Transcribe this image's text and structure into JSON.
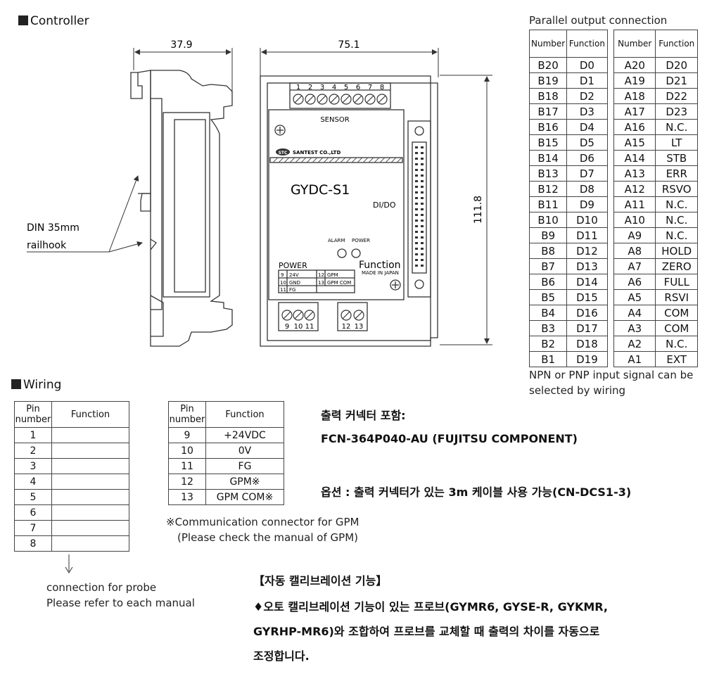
{
  "controller": {
    "title": "Controller",
    "dim_depth": "37.9",
    "dim_width": "75.1",
    "dim_height": "111.8",
    "din_label_1": "DIN 35mm",
    "din_label_2": "railhook",
    "terminal_numbers": [
      "1",
      "2",
      "3",
      "4",
      "5",
      "6",
      "7",
      "8"
    ],
    "sensor_label": "SENSOR",
    "brand": "SANTEST CO.,LTD",
    "brand_badge": "STC",
    "model": "GYDC-S1",
    "dido": "DI/DO",
    "alarm": "ALARM",
    "power_led": "POWER",
    "power_title": "POWER",
    "function_label": "Function",
    "made_in": "MADE IN JAPAN",
    "power_table": [
      [
        "9",
        "24V",
        "12",
        "GPM"
      ],
      [
        "10",
        "GND",
        "13",
        "GPM COM"
      ],
      [
        "11",
        "FG",
        "",
        ""
      ]
    ],
    "bottom_terminals_left": [
      "9",
      "10",
      "11"
    ],
    "bottom_terminals_right": [
      "12",
      "13"
    ]
  },
  "parallel": {
    "title": "Parallel output connection",
    "headers": [
      "Number",
      "Function",
      "Number",
      "Function"
    ],
    "rows": [
      [
        "B20",
        "D0",
        "A20",
        "D20"
      ],
      [
        "B19",
        "D1",
        "A19",
        "D21"
      ],
      [
        "B18",
        "D2",
        "A18",
        "D22"
      ],
      [
        "B17",
        "D3",
        "A17",
        "D23"
      ],
      [
        "B16",
        "D4",
        "A16",
        "N.C."
      ],
      [
        "B15",
        "D5",
        "A15",
        "LT"
      ],
      [
        "B14",
        "D6",
        "A14",
        "STB"
      ],
      [
        "B13",
        "D7",
        "A13",
        "ERR"
      ],
      [
        "B12",
        "D8",
        "A12",
        "RSVO"
      ],
      [
        "B11",
        "D9",
        "A11",
        "N.C."
      ],
      [
        "B10",
        "D10",
        "A10",
        "N.C."
      ],
      [
        "B9",
        "D11",
        "A9",
        "N.C."
      ],
      [
        "B8",
        "D12",
        "A8",
        "HOLD"
      ],
      [
        "B7",
        "D13",
        "A7",
        "ZERO"
      ],
      [
        "B6",
        "D14",
        "A6",
        "FULL"
      ],
      [
        "B5",
        "D15",
        "A5",
        "RSVI"
      ],
      [
        "B4",
        "D16",
        "A4",
        "COM"
      ],
      [
        "B3",
        "D17",
        "A3",
        "COM"
      ],
      [
        "B2",
        "D18",
        "A2",
        "N.C."
      ],
      [
        "B1",
        "D19",
        "A1",
        "EXT"
      ]
    ],
    "note_1": "NPN or PNP input signal can be",
    "note_2": "selected by wiring"
  },
  "wiring": {
    "title": "Wiring",
    "table1_headers": [
      "Pin number",
      "Function"
    ],
    "table1_rows": [
      [
        "1",
        ""
      ],
      [
        "2",
        ""
      ],
      [
        "3",
        ""
      ],
      [
        "4",
        ""
      ],
      [
        "5",
        ""
      ],
      [
        "6",
        ""
      ],
      [
        "7",
        ""
      ],
      [
        "8",
        ""
      ]
    ],
    "table2_headers": [
      "Pin number",
      "Function"
    ],
    "table2_rows": [
      [
        "9",
        "+24VDC"
      ],
      [
        "10",
        "0V"
      ],
      [
        "11",
        "FG"
      ],
      [
        "12",
        "GPM※"
      ],
      [
        "13",
        "GPM COM※"
      ]
    ],
    "comm_note_1": "※Communication connector for GPM",
    "comm_note_2": "(Please check the manual of GPM)",
    "probe_note_1": "connection for probe",
    "probe_note_2": "Please refer to each manual"
  },
  "korean": {
    "line1": "출력 커넥터 포함:",
    "line2": "FCN-364P040-AU (FUJITSU COMPONENT)",
    "line3": "옵션 : 출력 커넥터가 있는 3m 케이블 사용 가능(CN-DCS1-3)",
    "auto_title": "【자동 캘리브레이션 기능】",
    "auto_1": "♦오토 캘리브레이션 기능이 있는 프로브(GYMR6, GYSE-R, GYKMR,",
    "auto_2": "GYRHP-MR6)와 조합하여 프로브를 교체할 때 출력의 차이를 자동으로",
    "auto_3": "조정합니다."
  }
}
